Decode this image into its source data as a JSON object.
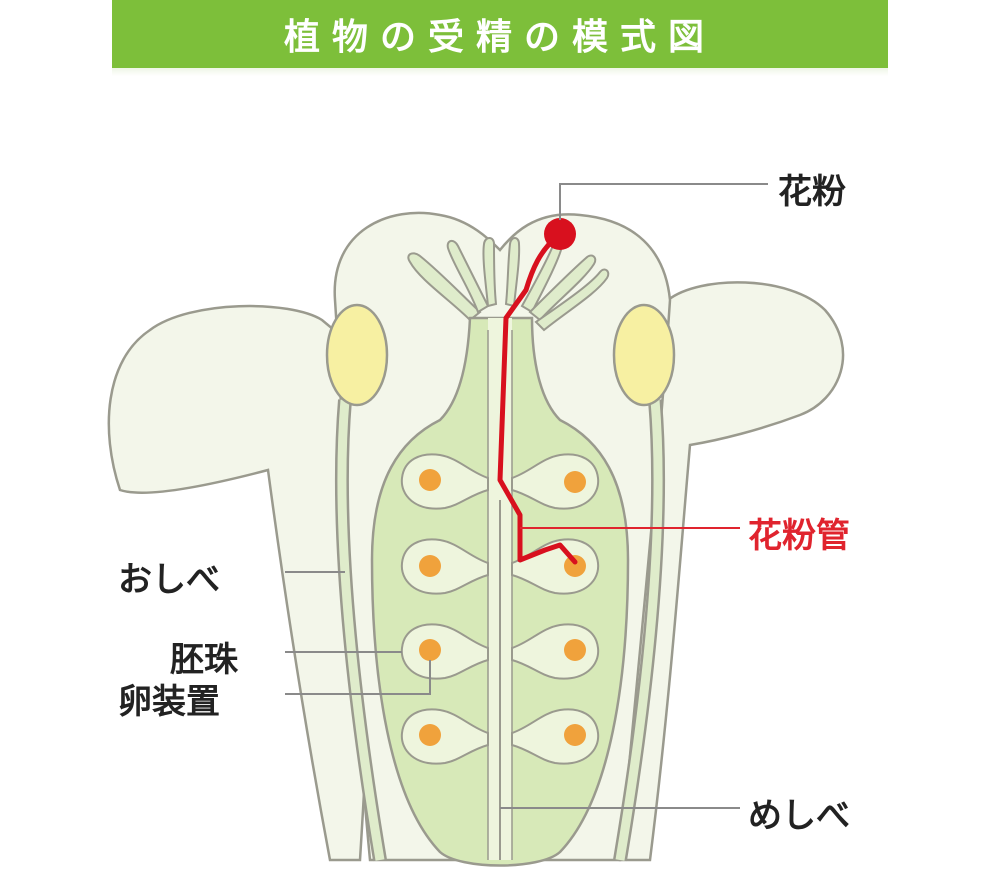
{
  "title": "植物の受精の模式図",
  "labels": {
    "pollen": "花粉",
    "pollen_tube": "花粉管",
    "stamen": "おしべ",
    "ovule": "胚珠",
    "egg_apparatus": "卵装置",
    "pistil": "めしべ"
  },
  "colors": {
    "title_bar": "#7dbf3a",
    "petal": "#f3f6ea",
    "ovary": "#d7e9b8",
    "anther": "#f7f0a2",
    "ovule_dot": "#f0a23c",
    "pollen": "#d8101e",
    "outline": "#9a9a8e"
  }
}
